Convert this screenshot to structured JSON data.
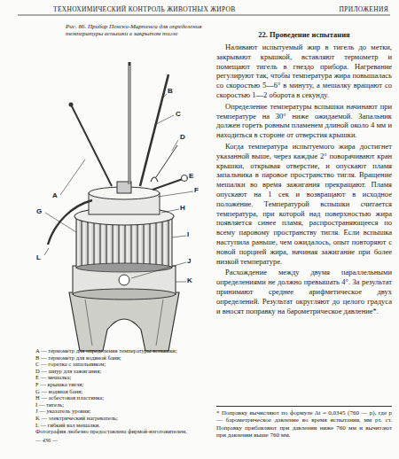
{
  "diagram": {
    "caption": "Рис. 86. Прибор Пенски-Мартенса для определения температуры вспышки в закрытом тигле",
    "labels": [
      "ТЕХНОХИМИЧЕСКИЙ КОНТРОЛЬ ЖИВОТНЫХ ЖИРОВ",
      "ПРИЛОЖЕНИЯ",
      "A",
      "B",
      "C",
      "D",
      "E",
      "F",
      "G",
      "H",
      "I",
      "J",
      "K",
      "L",
      "22. Проведение испытания",
      "Наливают испытуемый жир в тигель до метки, закрывают крышкой, вставляют термометр и помещают тигель в гнездо прибора. Нагревание регулируют так, чтобы температура жира повышалась со скоростью 5—6° в минуту, а мешалку вращают со скоростью 1—2 оборота в секунду.",
      "Определение температуры вспышки начинают при температуре на 30° ниже ожидаемой. Запальник должен гореть ровным пламенем длиной около 4 мм и находиться в стороне от отверстия крышки.",
      "Когда температура испытуемого жира достигнет указанной выше, через каждые 2° поворачивают кран крышки, открывая отверстие, и опускают пламя запальника в паровое пространство тигля. Вращение мешалки во время зажигания прекращают. Пламя опускают на 1 сек и возвращают в исходное положение. Температурой вспышки считается температура, при которой над поверхностью жира появляется синее пламя, распространяющееся по всему паровому пространству тигля. Если вспышка наступила раньше, чем ожидалось, опыт повторяют с новой порцией жира, начиная зажигание при более низкой температуре.",
      "Расхождение между двумя параллельными определениями не должно превышать 4°. За результат принимают среднее арифметическое двух определений. Результат округляют до целого градуса и вносят поправку на барометрическое давление*.",
      "* Поправку вычисляют по формуле Δt = 0,0345 (760 — p), где p — барометрическое давление во время испытания, мм рт. ст. Поправку прибавляют при давлении ниже 760 мм и вычитают при давлении выше 760 мм.",
      "A — термометр для определения температуры вспышки;",
      "B — термометр для водяной бани;",
      "C — горелка с запальником;",
      "D — шнур для зажигания;",
      "E — мешалка;",
      "F — крышка тигля;",
      "G — водяная баня;",
      "H — асбестовая пластинка;",
      "I — тигель;",
      "J — указатель уровня;",
      "K — электрический нагреватель;",
      "L — гибкий вал мешалки.",
      "Фотография любезно предоставлена фирмой-изготовителем.",
      "— 436 —"
    ]
  }
}
